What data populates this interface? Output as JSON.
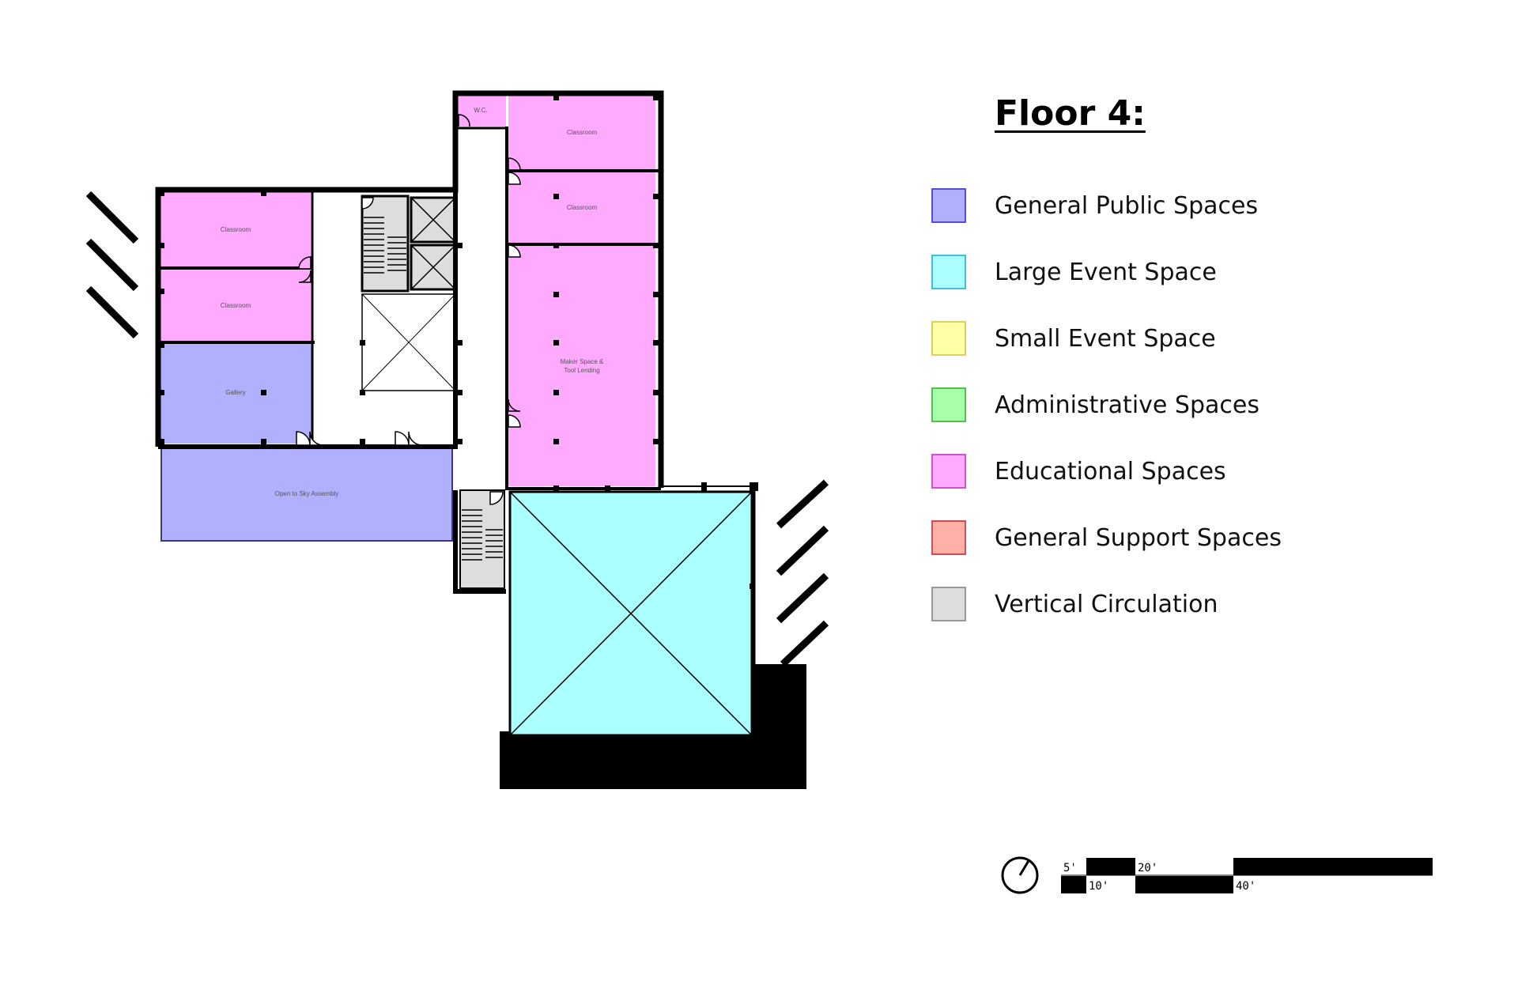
{
  "title": "Floor 4:",
  "legend": [
    {
      "label": "General Public Spaces",
      "fill": "#b0b0ff",
      "border": "#5050d0"
    },
    {
      "label": "Large Event Space",
      "fill": "#aaffff",
      "border": "#40c0d0"
    },
    {
      "label": "Small Event Space",
      "fill": "#ffffa8",
      "border": "#d8d060"
    },
    {
      "label": "Administrative Spaces",
      "fill": "#aaffaa",
      "border": "#50c050"
    },
    {
      "label": "Educational Spaces",
      "fill": "#ffaaff",
      "border": "#d050d0"
    },
    {
      "label": "General Support Spaces",
      "fill": "#ffb0a8",
      "border": "#d05050"
    },
    {
      "label": "Vertical Circulation",
      "fill": "#dddddd",
      "border": "#999999"
    }
  ],
  "rooms": {
    "wc": "W.C.",
    "classroom_right_1": "Classroom",
    "classroom_right_2": "Classroom",
    "classroom_left_1": "Classroom",
    "classroom_left_2": "Classroom",
    "gallery": "Gallery",
    "maker_space_line1": "Maker Space &",
    "maker_space_line2": "Tool Lending",
    "open_to_sky": "Open to Sky Assembly"
  },
  "scale": {
    "labels": [
      "5'",
      "10'",
      "20'",
      "40'"
    ]
  },
  "colors": {
    "public": "#b0b0ff",
    "event": "#aaffff",
    "educational": "#ffaaff",
    "circulation": "#dddddd",
    "wall": "#000000"
  }
}
